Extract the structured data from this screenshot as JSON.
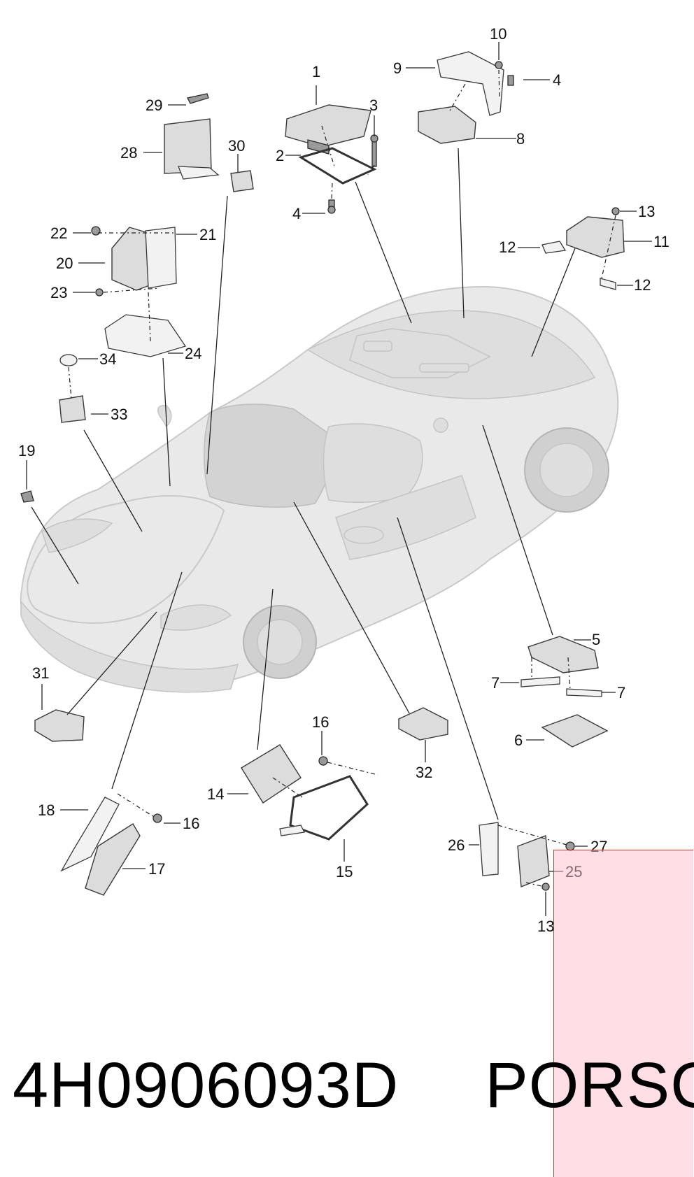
{
  "labels": {
    "l1": "1",
    "l2": "2",
    "l3": "3",
    "l4a": "4",
    "l4b": "4",
    "l5": "5",
    "l6": "6",
    "l7a": "7",
    "l7b": "7",
    "l8": "8",
    "l9": "9",
    "l10": "10",
    "l11": "11",
    "l12a": "12",
    "l12b": "12",
    "l13a": "13",
    "l13b": "13",
    "l14": "14",
    "l15": "15",
    "l16a": "16",
    "l16b": "16",
    "l17": "17",
    "l18": "18",
    "l19": "19",
    "l20": "20",
    "l21": "21",
    "l22": "22",
    "l23": "23",
    "l24": "24",
    "l25": "25",
    "l26": "26",
    "l27": "27",
    "l28": "28",
    "l29": "29",
    "l30": "30",
    "l31": "31",
    "l32": "32",
    "l33": "33",
    "l34": "34"
  },
  "footer": {
    "part_number": "4H0906093D",
    "brand": "PORSCHE"
  },
  "colors": {
    "car_body": "#e9e9e9",
    "highlight_box": "#ffc0cb",
    "highlight_border": "#c0392b"
  }
}
